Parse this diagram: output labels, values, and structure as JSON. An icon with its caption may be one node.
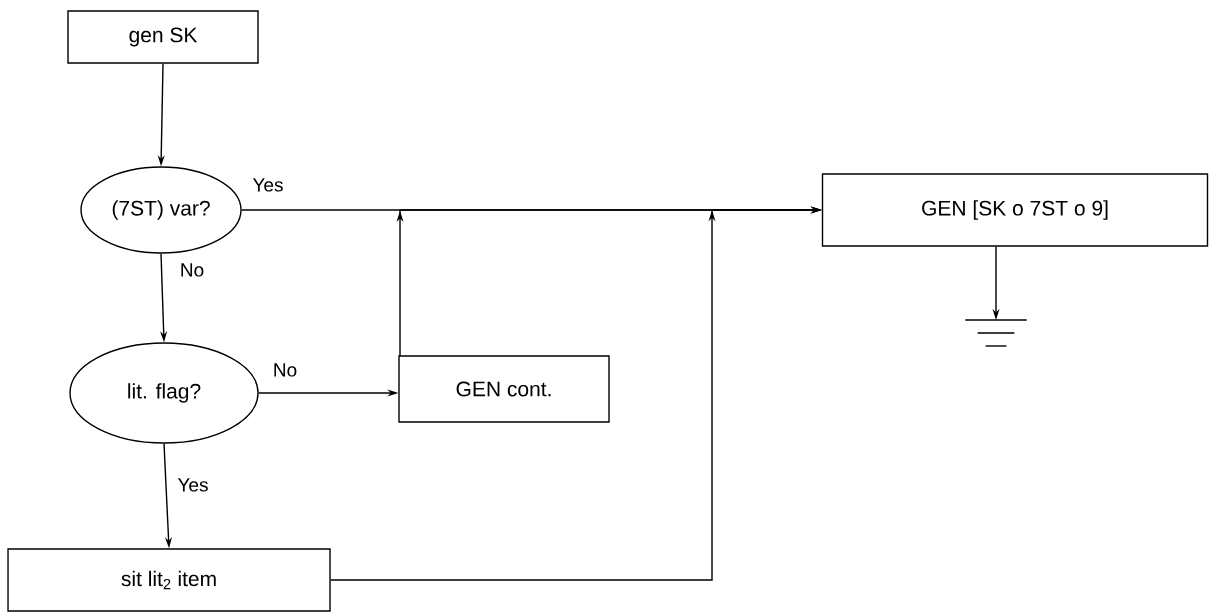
{
  "diagram": {
    "nodes": [
      {
        "text": [
          "gen SK"
        ]
      },
      {
        "text": [
          "(7ST) var?"
        ]
      },
      {
        "text": [
          "lit. flag?"
        ]
      },
      {
        "text": [
          "GEN cont."
        ]
      },
      {
        "text": [
          "sit lit$_{2}$ item"
        ]
      },
      {
        "text": [
          "GEN [SK o 7ST o 9]"
        ]
      },
      {
        "text": [],
        "shape": "ground"
      }
    ],
    "edges": [
      {
        "from": 0,
        "to": 1,
        "arrow": "to"
      },
      {
        "from": 1,
        "to": 5,
        "arrow": "to",
        "label": "Yes"
      },
      {
        "from": 1,
        "to": 2,
        "arrow": "to",
        "label": "No"
      },
      {
        "from": 2,
        "to": 3,
        "arrow": "to",
        "label": "No"
      },
      {
        "from": 2,
        "to": 4,
        "arrow": "to",
        "label": "Yes"
      },
      {
        "from": 3,
        "to": 5,
        "arrow": "to"
      },
      {
        "from": 4,
        "to": 5,
        "arrow": "to"
      },
      {
        "from": 5,
        "to": 6,
        "arrow": "to"
      }
    ]
  }
}
